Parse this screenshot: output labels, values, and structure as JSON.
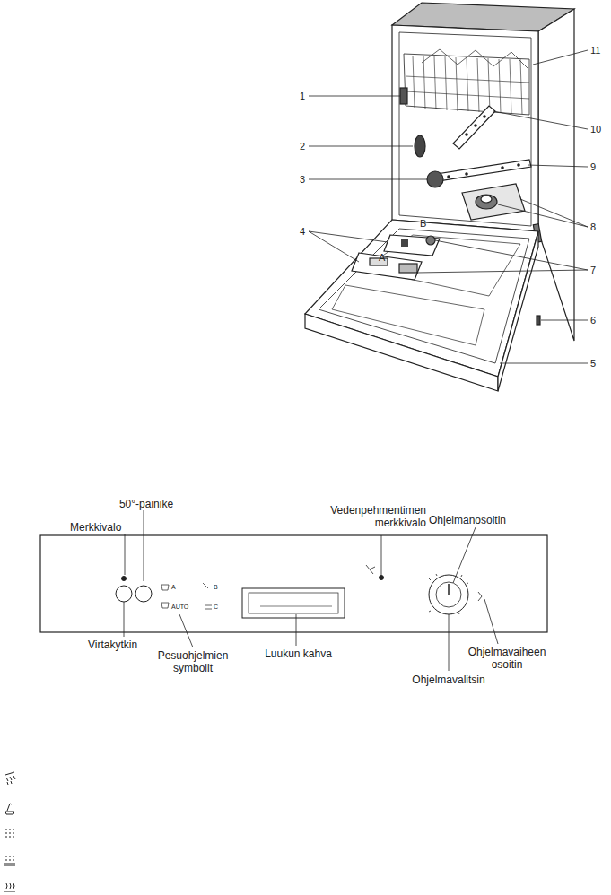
{
  "diagram": {
    "labels": [
      "1",
      "2",
      "3",
      "4",
      "11",
      "10",
      "9",
      "8",
      "7",
      "6",
      "5",
      "B",
      "A",
      "50°-painike",
      "Merkkivalo",
      "Vedenpehmentimen merkkivalo",
      "Ohjelmanosoitin",
      "Virtakytkin",
      "Pesuohjelmien symbolit",
      "Luukun kahva",
      "Ohjelmavaiheen osoitin",
      "Ohjelmavalitsin",
      "A",
      "AUTO",
      "B",
      "C"
    ]
  }
}
